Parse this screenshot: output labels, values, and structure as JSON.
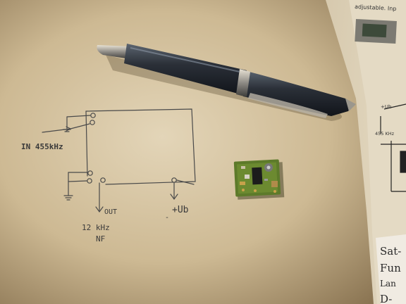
{
  "sketch": {
    "input_label": "IN 455kHz",
    "output_label": "OUT",
    "output_freq": "12 kHz",
    "output_type": "NF",
    "supply_label": "+Ub"
  },
  "background_sheet": {
    "top_fragment": "adjustable. Inp",
    "schematic_label_ub": "+Ub",
    "schematic_label_freq": "455 KHz",
    "card_lines": [
      "Sat-",
      "Fun",
      "Lan",
      "D-"
    ]
  }
}
